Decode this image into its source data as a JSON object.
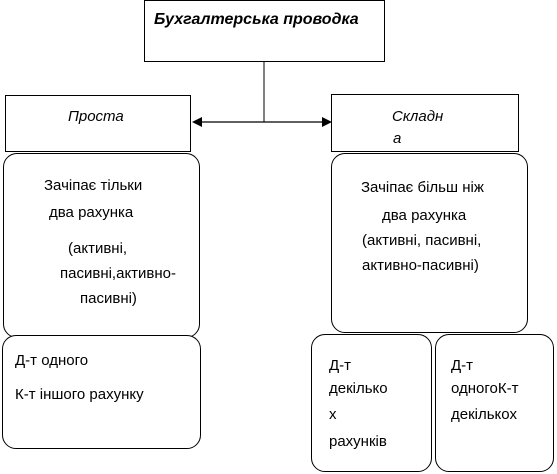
{
  "root": {
    "title": "Бухгалтерська проводка"
  },
  "simple": {
    "label": "Проста",
    "desc_line1": "Зачіпає тільки",
    "desc_line2": "два рахунка",
    "desc_line3": "(активні,",
    "desc_line4": "пасивні,активно-",
    "desc_line5": "пасивні)",
    "detail_line1": "Д-т одного",
    "detail_line2": "К-т іншого рахунку"
  },
  "complex": {
    "label_line1": "Складн",
    "label_line2": "а",
    "desc_line1": "Зачіпає більш ніж",
    "desc_line2": "два рахунка",
    "desc_line3": "(активні, пасивні,",
    "desc_line4": "активно-пасивні)",
    "detail_a_line1": "Д-т",
    "detail_a_line2": "декілько",
    "detail_a_line3": "х",
    "detail_a_line4": "рахунків",
    "detail_b_line1": "Д-т",
    "detail_b_line2": "одногоК-т",
    "detail_b_line3": "декількох"
  }
}
